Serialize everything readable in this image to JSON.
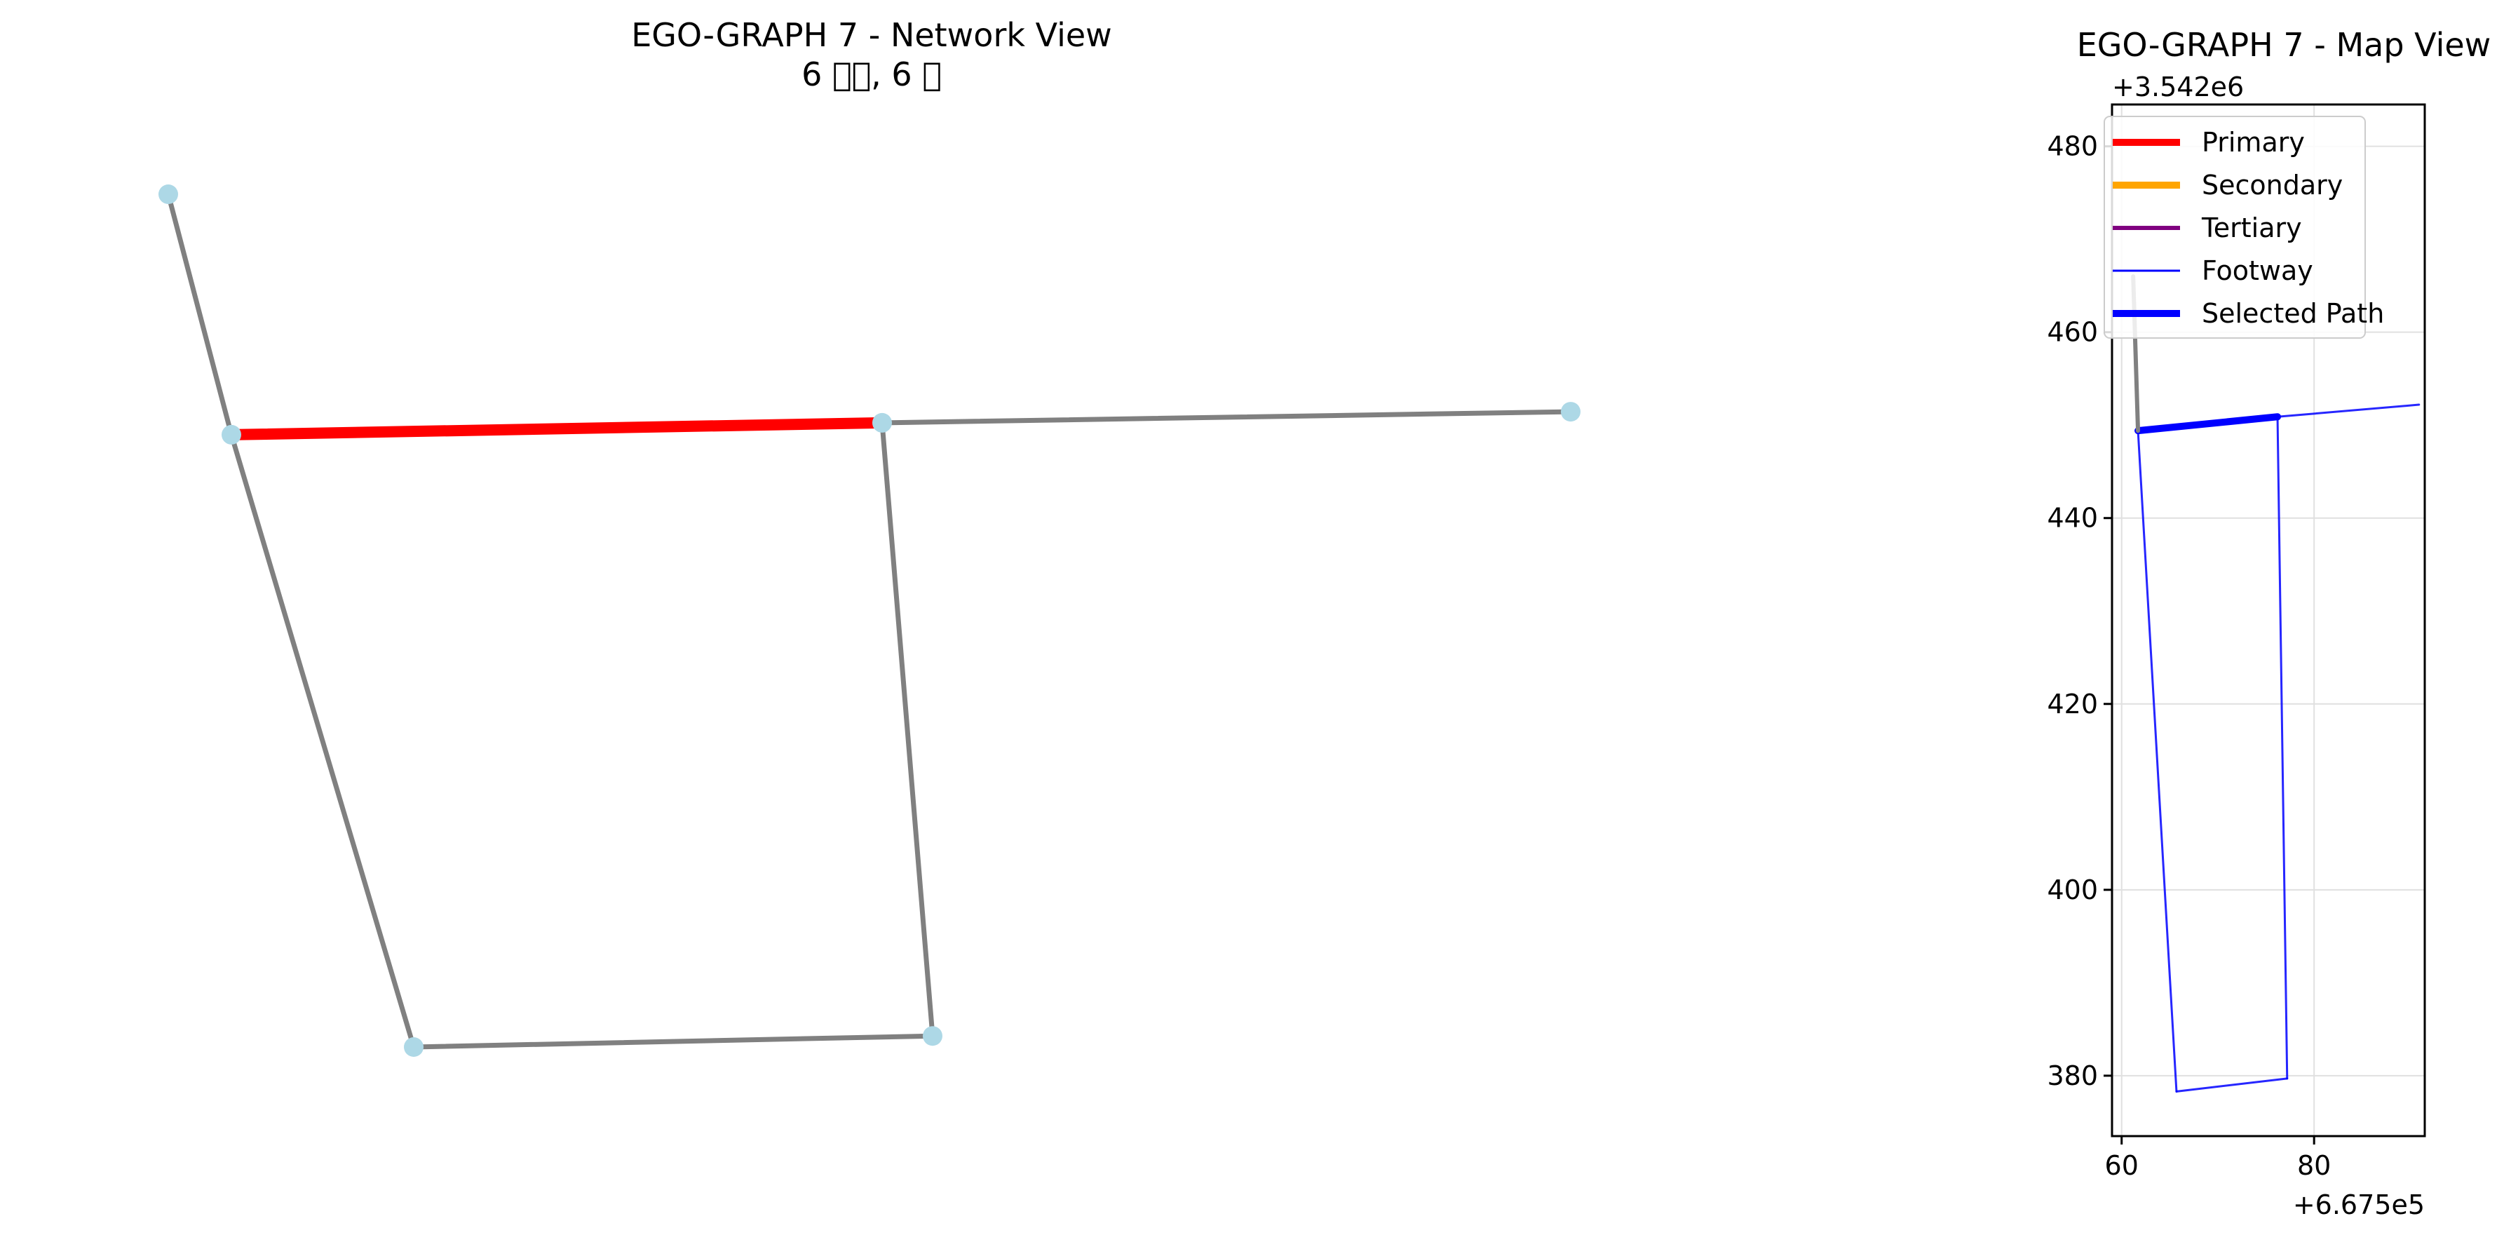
{
  "figure": {
    "background": "#ffffff"
  },
  "network_view": {
    "title_line1": "EGO-GRAPH 7 - Network View",
    "title_line2": "6 \u0000\u0000, 6 \u0000"
  },
  "map_view": {
    "title": "EGO-GRAPH 7 - Map View",
    "x_offset_label": "+6.675e5",
    "y_offset_label": "+3.542e6",
    "x_ticks": [
      "60",
      "80"
    ],
    "y_ticks": [
      "380",
      "400",
      "420",
      "440",
      "460",
      "480"
    ]
  },
  "legend": {
    "placement": "top-left",
    "entries": [
      {
        "label": "Primary",
        "color": "#ff0000",
        "style": "thick"
      },
      {
        "label": "Secondary",
        "color": "#ffa500",
        "style": "thick"
      },
      {
        "label": "Tertiary",
        "color": "#800080",
        "style": "medium"
      },
      {
        "label": "Footway",
        "color": "#0000ff",
        "style": "thin"
      },
      {
        "label": "Selected Path",
        "color": "#0000ff",
        "style": "thick"
      }
    ]
  },
  "chart_data": [
    {
      "type": "network",
      "title": "EGO-GRAPH 7 - Network View",
      "node_color": "#add8e6",
      "default_edge_color": "#808080",
      "highlight_edge_color": "#ff0000",
      "nodes": [
        {
          "id": "n1",
          "x": 0.0,
          "y": 1.0
        },
        {
          "id": "n2",
          "x": 0.045,
          "y": 0.718
        },
        {
          "id": "n3",
          "x": 0.509,
          "y": 0.732
        },
        {
          "id": "n4",
          "x": 1.0,
          "y": 0.745
        },
        {
          "id": "n5",
          "x": 0.175,
          "y": 0.0
        },
        {
          "id": "n6",
          "x": 0.545,
          "y": 0.013
        }
      ],
      "edges": [
        {
          "source": "n1",
          "target": "n2",
          "highlight": false
        },
        {
          "source": "n2",
          "target": "n3",
          "highlight": true
        },
        {
          "source": "n3",
          "target": "n4",
          "highlight": false
        },
        {
          "source": "n2",
          "target": "n5",
          "highlight": false
        },
        {
          "source": "n3",
          "target": "n6",
          "highlight": false
        },
        {
          "source": "n5",
          "target": "n6",
          "highlight": false
        }
      ]
    },
    {
      "type": "line",
      "title": "EGO-GRAPH 7 - Map View",
      "xlim": [
        59.0,
        91.5
      ],
      "ylim": [
        373.5,
        484.5
      ],
      "x_offset": "+6.675e5",
      "y_offset": "+3.542e6",
      "x_ticks": [
        60,
        80
      ],
      "y_ticks": [
        380,
        400,
        420,
        440,
        460,
        480
      ],
      "grid": true,
      "series": [
        {
          "name": "Footway",
          "color": "#0000ff",
          "style": "thin",
          "segments": [
            [
              [
                61.7,
                449.4
              ],
              [
                76.2,
                450.9
              ]
            ],
            [
              [
                76.2,
                450.9
              ],
              [
                90.9,
                452.2
              ]
            ],
            [
              [
                61.7,
                449.4
              ],
              [
                65.7,
                378.3
              ]
            ],
            [
              [
                65.7,
                378.3
              ],
              [
                77.2,
                379.7
              ]
            ],
            [
              [
                77.2,
                379.7
              ],
              [
                76.2,
                450.9
              ]
            ]
          ]
        },
        {
          "name": "Selected Path",
          "color": "#0000ff",
          "style": "thick",
          "segments": [
            [
              [
                61.7,
                449.4
              ],
              [
                76.2,
                450.9
              ]
            ]
          ]
        },
        {
          "name": "",
          "color": "#808080",
          "style": "medium",
          "segments": [
            [
              [
                61.2,
                466.0
              ],
              [
                61.7,
                449.4
              ]
            ]
          ]
        }
      ]
    }
  ]
}
